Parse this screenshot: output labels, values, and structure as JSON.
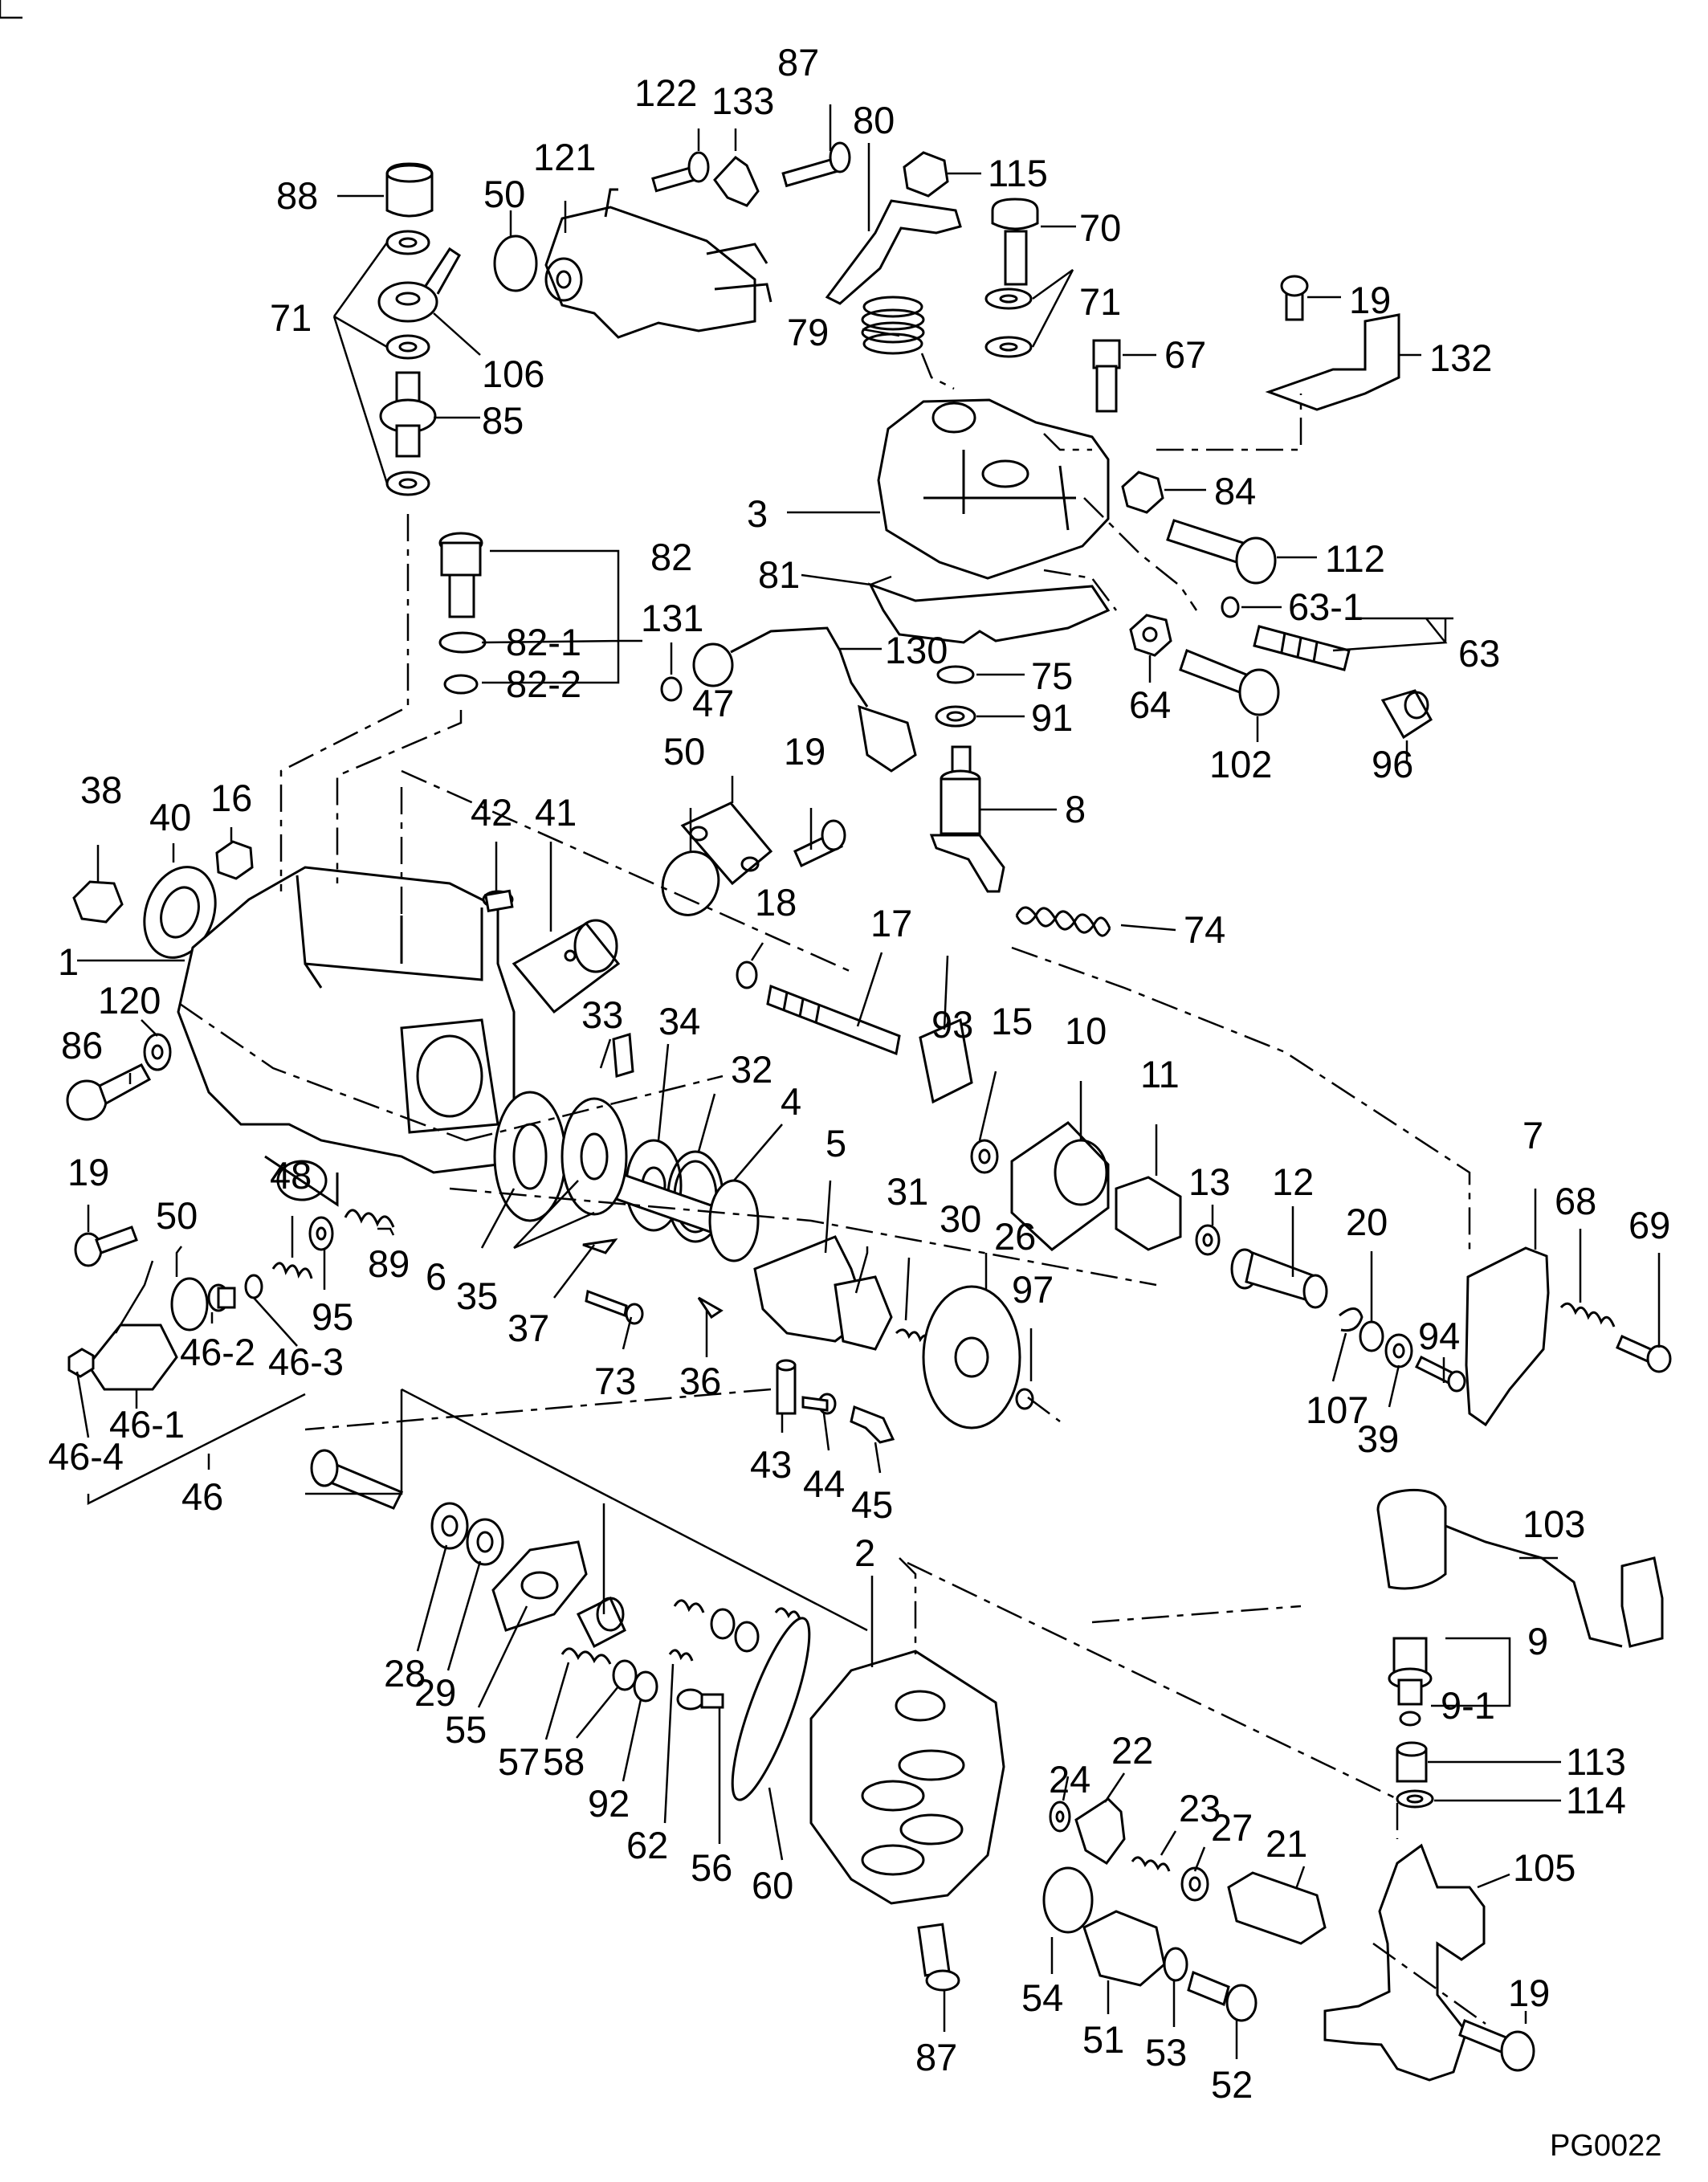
{
  "drawing_ref": "PG0022",
  "callouts": [
    "88",
    "71",
    "106",
    "85",
    "50",
    "121",
    "122",
    "133",
    "87",
    "80",
    "115",
    "70",
    "79",
    "71",
    "19",
    "67",
    "132",
    "3",
    "84",
    "112",
    "82",
    "82-1",
    "82-2",
    "81",
    "131",
    "130",
    "63-1",
    "63",
    "75",
    "91",
    "64",
    "102",
    "96",
    "38",
    "40",
    "16",
    "42",
    "41",
    "1",
    "50",
    "47",
    "19",
    "8",
    "18",
    "17",
    "74",
    "120",
    "86",
    "33",
    "34",
    "32",
    "4",
    "93",
    "15",
    "10",
    "11",
    "7",
    "19",
    "48",
    "50",
    "95",
    "89",
    "6",
    "35",
    "37",
    "5",
    "31",
    "30",
    "26",
    "97",
    "13",
    "12",
    "20",
    "68",
    "69",
    "46-2",
    "46-3",
    "46-1",
    "46-4",
    "46",
    "73",
    "36",
    "43",
    "44",
    "45",
    "94",
    "107",
    "39",
    "28",
    "29",
    "55",
    "2",
    "103",
    "9",
    "9-1",
    "113",
    "114",
    "57",
    "58",
    "92",
    "62",
    "56",
    "60",
    "24",
    "22",
    "23",
    "27",
    "21",
    "105",
    "54",
    "51",
    "53",
    "52",
    "87",
    "19"
  ]
}
